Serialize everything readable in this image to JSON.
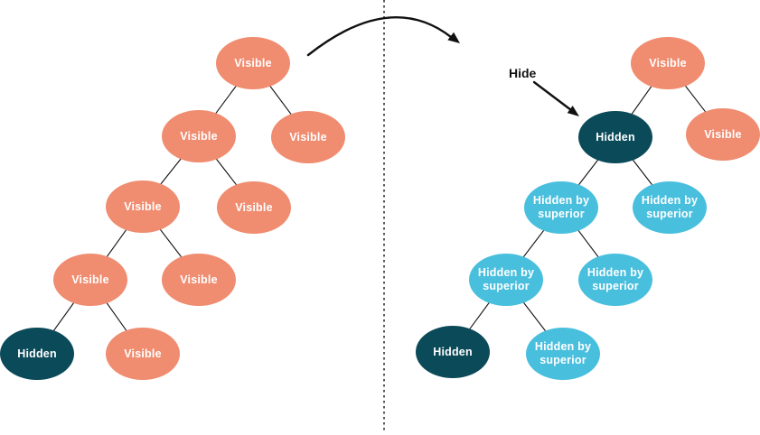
{
  "colors": {
    "background": "#FFFFFF",
    "visible": "#F08C70",
    "hidden": "#0B4A59",
    "hidden_by_superior": "#49BFDE",
    "line": "#111111",
    "label_text": "#FFFFFF",
    "annotation_text": "#111111"
  },
  "annotations": {
    "hide_label": "Hide",
    "transform_arrow": "curved-arrow-left-to-right",
    "hide_arrow": "arrow-pointing-to-hidden-node"
  },
  "trees": {
    "before": {
      "side": "left-of-divider",
      "nodes": [
        {
          "id": 0,
          "label": "Visible",
          "state": "visible"
        },
        {
          "id": 1,
          "label": "Visible",
          "state": "visible"
        },
        {
          "id": 2,
          "label": "Visible",
          "state": "visible"
        },
        {
          "id": 3,
          "label": "Visible",
          "state": "visible"
        },
        {
          "id": 4,
          "label": "Visible",
          "state": "visible"
        },
        {
          "id": 5,
          "label": "Visible",
          "state": "visible"
        },
        {
          "id": 6,
          "label": "Visible",
          "state": "visible"
        },
        {
          "id": 7,
          "label": "Hidden",
          "state": "hidden"
        },
        {
          "id": 8,
          "label": "Visible",
          "state": "visible"
        }
      ],
      "edges": [
        [
          0,
          1
        ],
        [
          0,
          2
        ],
        [
          1,
          3
        ],
        [
          1,
          4
        ],
        [
          3,
          5
        ],
        [
          3,
          6
        ],
        [
          5,
          7
        ],
        [
          5,
          8
        ]
      ]
    },
    "after": {
      "side": "right-of-divider",
      "nodes": [
        {
          "id": 0,
          "label": "Visible",
          "state": "visible"
        },
        {
          "id": 1,
          "label": "Hidden",
          "state": "hidden"
        },
        {
          "id": 2,
          "label": "Visible",
          "state": "visible"
        },
        {
          "id": 3,
          "label": "Hidden by superior",
          "state": "hidden_by_superior"
        },
        {
          "id": 4,
          "label": "Hidden by superior",
          "state": "hidden_by_superior"
        },
        {
          "id": 5,
          "label": "Hidden by superior",
          "state": "hidden_by_superior"
        },
        {
          "id": 6,
          "label": "Hidden by superior",
          "state": "hidden_by_superior"
        },
        {
          "id": 7,
          "label": "Hidden",
          "state": "hidden"
        },
        {
          "id": 8,
          "label": "Hidden by superior",
          "state": "hidden_by_superior"
        }
      ],
      "edges": [
        [
          0,
          1
        ],
        [
          0,
          2
        ],
        [
          1,
          3
        ],
        [
          1,
          4
        ],
        [
          3,
          5
        ],
        [
          3,
          6
        ],
        [
          5,
          7
        ],
        [
          5,
          8
        ]
      ]
    }
  }
}
